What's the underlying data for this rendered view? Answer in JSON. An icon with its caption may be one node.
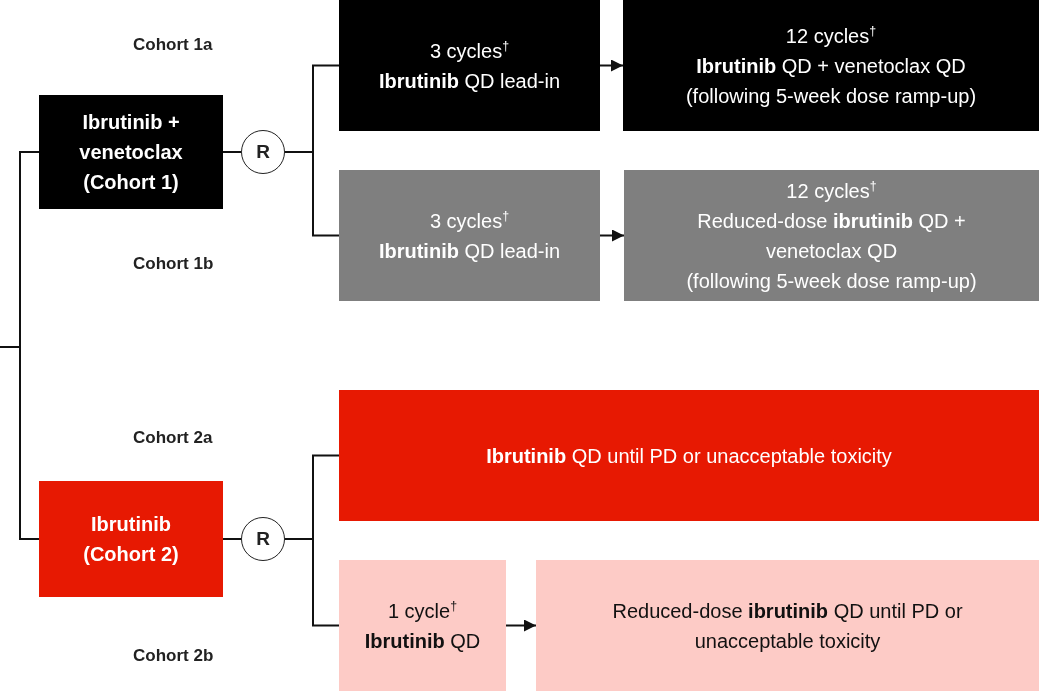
{
  "diagram": {
    "nodes": [
      {
        "text": [
          "**Ibrutinib +** venetoclax **(Cohort 1)**"
        ]
      },
      {
        "text": [
          "R"
        ]
      },
      {
        "text": [
          "3 cycles$^{†}$",
          "**Ibrutinib** QD lead-in"
        ]
      },
      {
        "text": [
          "12 cycles$^{†}$",
          "**Ibrutinib** QD + venetoclax QD",
          "(following 5-week dose ramp-up)"
        ]
      },
      {
        "text": [
          "3 cycles$^{†}$",
          "**Ibrutinib** QD lead-in"
        ]
      },
      {
        "text": [
          "12 cycles$^{†}$",
          "Reduced-dose **ibrutinib** QD + venetoclax QD",
          "(following 5-week dose ramp-up)"
        ]
      },
      {
        "text": [
          "Ibrutinib (Cohort 2)"
        ]
      },
      {
        "text": [
          "R"
        ]
      },
      {
        "text": [
          "**Ibrutinib** QD until PD or unacceptable toxicity"
        ]
      },
      {
        "text": [
          "1 cycle$^{†}$",
          "**Ibrutinib** QD"
        ]
      },
      {
        "text": [
          "Reduced-dose **ibrutinib** QD until PD or unacceptable toxicity"
        ]
      }
    ],
    "edges": [
      {
        "from": null,
        "to": 0,
        "arrow": "none"
      },
      {
        "from": null,
        "to": 6,
        "arrow": "none"
      },
      {
        "from": 0,
        "to": 1,
        "arrow": "none"
      },
      {
        "from": 1,
        "to": 2,
        "arrow": "none"
      },
      {
        "from": 1,
        "to": 4,
        "arrow": "none"
      },
      {
        "from": 2,
        "to": 3,
        "arrow": "to"
      },
      {
        "from": 4,
        "to": 5,
        "arrow": "to"
      },
      {
        "from": 6,
        "to": 7,
        "arrow": "none"
      },
      {
        "from": 7,
        "to": 8,
        "arrow": "none"
      },
      {
        "from": 7,
        "to": 9,
        "arrow": "none"
      },
      {
        "from": 9,
        "to": 10,
        "arrow": "to"
      }
    ],
    "labels": [
      "Cohort 1a",
      "Cohort 1b",
      "Cohort 2a",
      "Cohort 2b"
    ]
  }
}
